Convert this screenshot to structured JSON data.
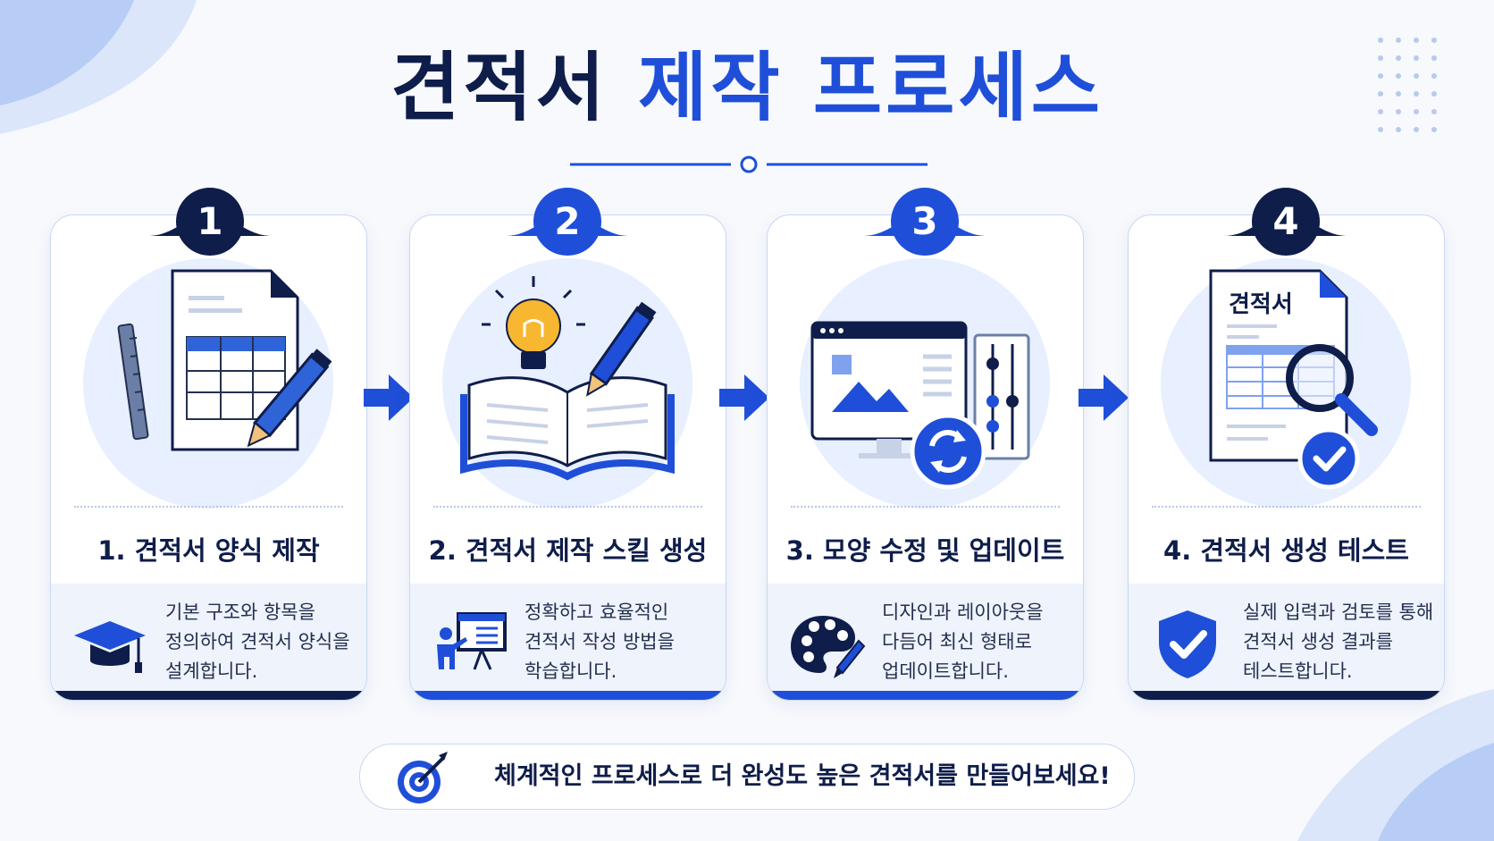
{
  "title": {
    "part1": "견적서",
    "part2": "제작 프로세스"
  },
  "colors": {
    "navy": "#0f1d4a",
    "blue": "#1f4fd8",
    "light": "#e8efff"
  },
  "steps": [
    {
      "number": "1",
      "heading": "1. 견적서 양식 제작",
      "desc": [
        "기본 구조와 항목을",
        "정의하여 견적서 양식을",
        "설계합니다."
      ],
      "illustration": "document-table-ruler-pencil-icon",
      "desc_icon": "graduation-cap-icon"
    },
    {
      "number": "2",
      "heading": "2. 견적서 제작 스킬 생성",
      "desc": [
        "정확하고 효율적인",
        "견적서 작성 방법을",
        "학습합니다."
      ],
      "illustration": "lightbulb-book-pencil-icon",
      "desc_icon": "presentation-board-icon"
    },
    {
      "number": "3",
      "heading": "3. 모양 수정 및 업데이트",
      "desc": [
        "디자인과 레이아웃을",
        "다듬어 최신 형태로",
        "업데이트합니다."
      ],
      "illustration": "browser-sliders-refresh-icon",
      "desc_icon": "palette-brush-icon"
    },
    {
      "number": "4",
      "heading": "4. 견적서 생성 테스트",
      "desc": [
        "실제 입력과 검토를 통해",
        "견적서 생성 결과를",
        "테스트합니다."
      ],
      "illustration": "quote-doc-magnifier-check-icon",
      "desc_icon": "shield-check-icon",
      "doc_label": "견적서"
    }
  ],
  "banner": {
    "text": "체계적인 프로세스로 더 완성도 높은 견적서를 만들어보세요!",
    "icon": "target-arrow-icon"
  }
}
